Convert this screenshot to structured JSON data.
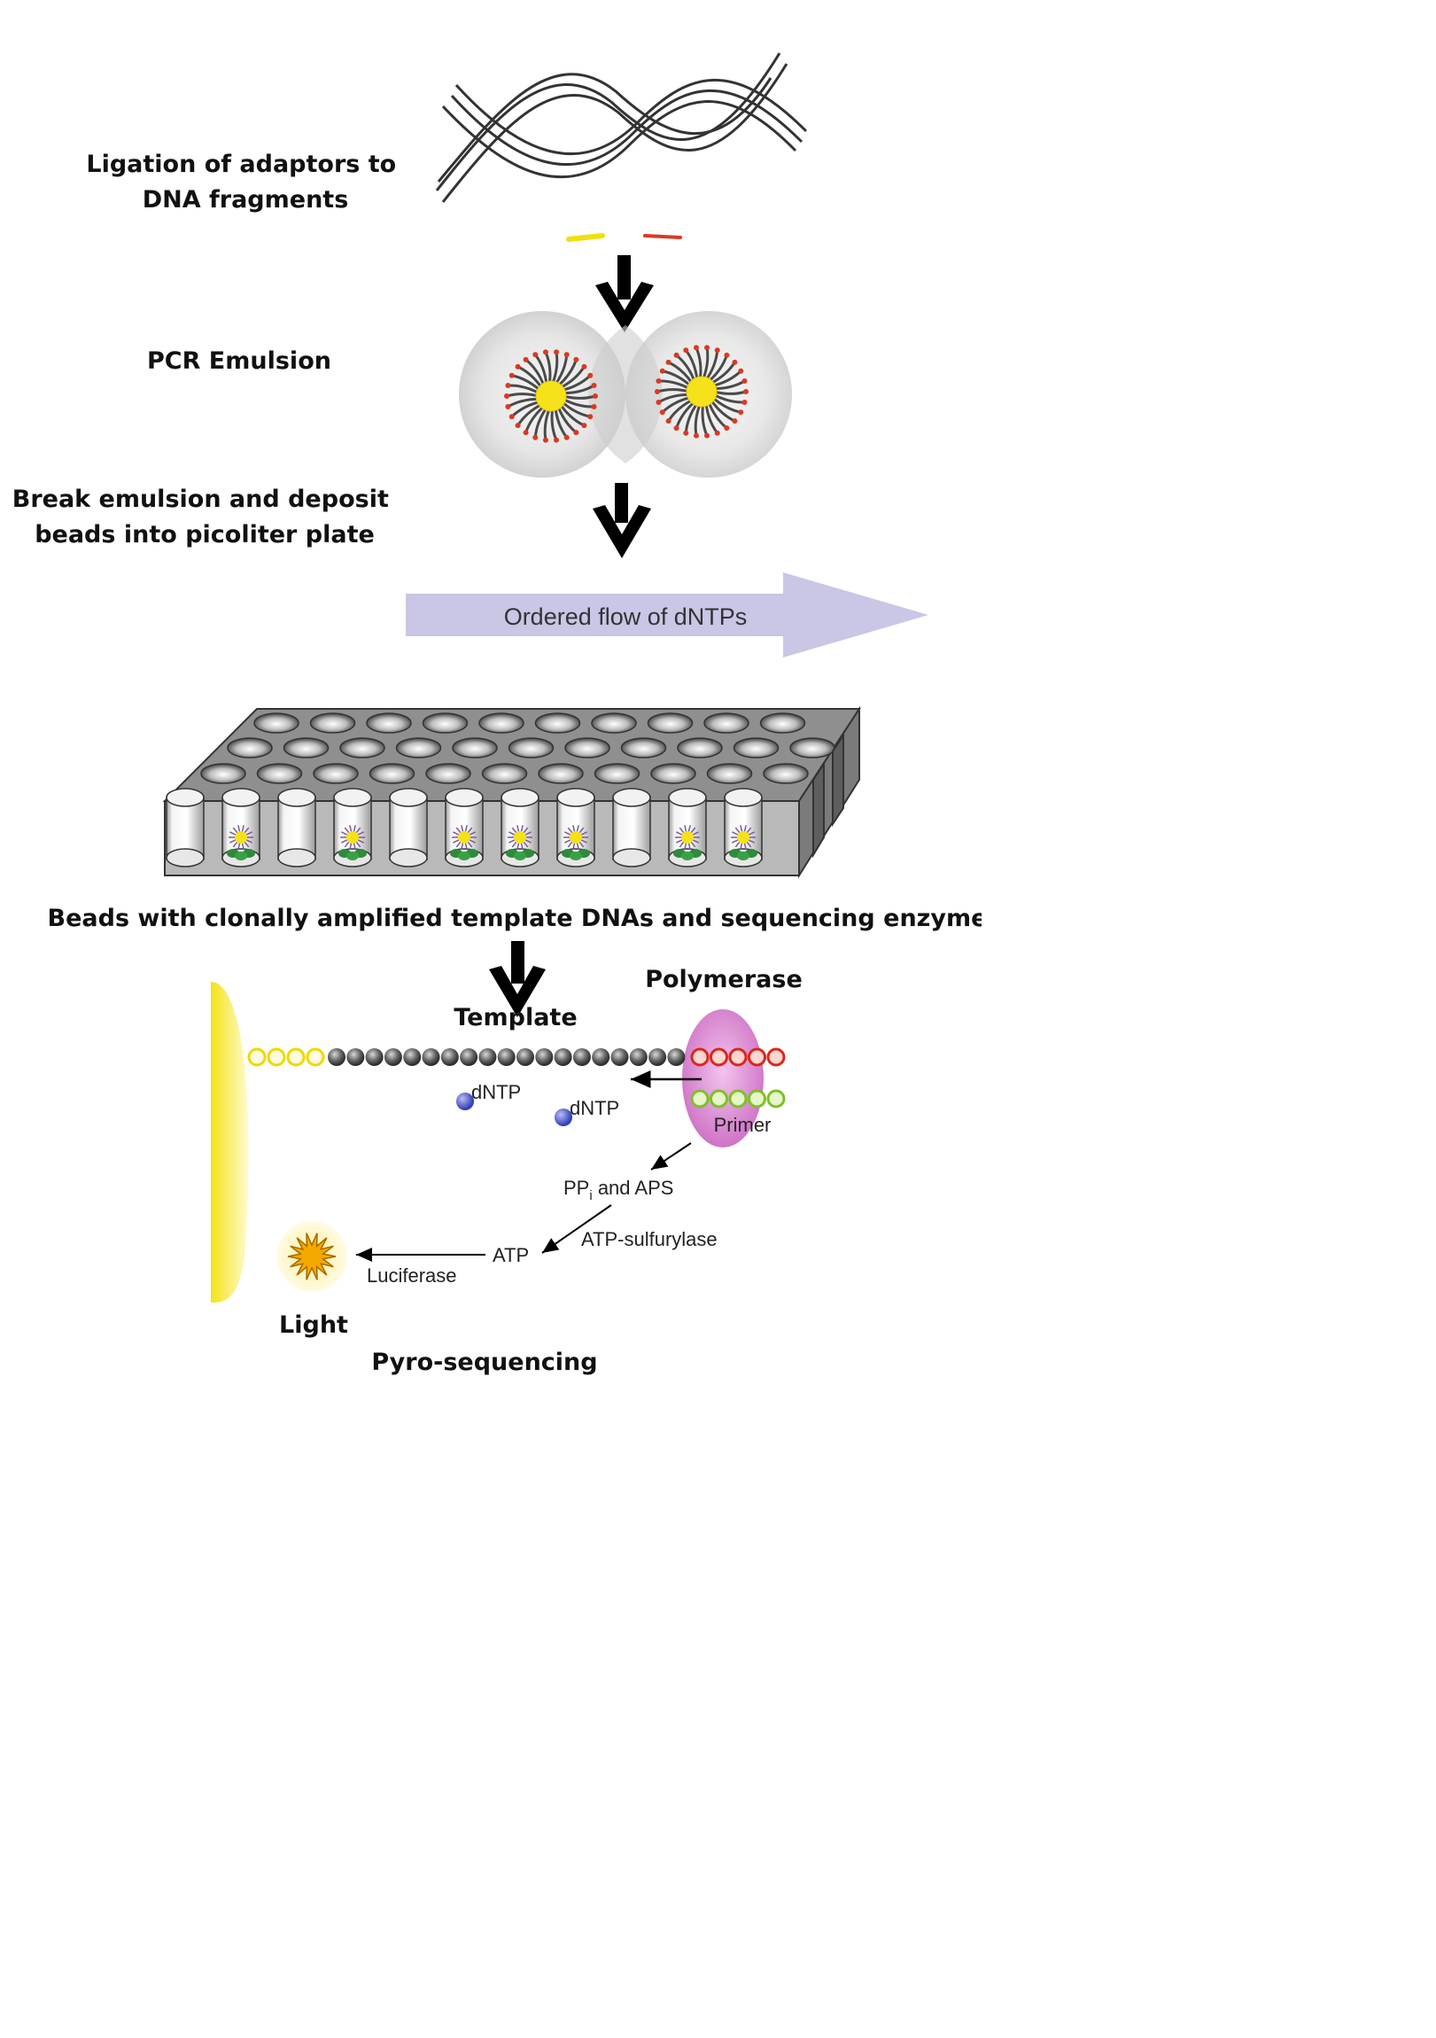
{
  "steps": {
    "ligation": [
      "Ligation of adaptors to",
      "DNA fragments"
    ],
    "pcr": "PCR Emulsion",
    "break": [
      "Break emulsion and deposit",
      "beads into picoliter plate"
    ],
    "flow": "Ordered flow of dNTPs",
    "beads_caption": "Beads with clonally amplified template DNAs and sequencing enzymes"
  },
  "pyro": {
    "polymerase": "Polymerase",
    "template": "Template",
    "dntp_1": "dNTP",
    "dntp_2": "dNTP",
    "primer": "Primer",
    "ppi": "PP",
    "ppi_sub": "i",
    "ppi_rest": " and APS",
    "atp": "ATP",
    "sulfurylase": "ATP-sulfurylase",
    "luciferase": "Luciferase",
    "light": "Light",
    "title": "Pyro-sequencing"
  },
  "plate": {
    "loaded_wells": [
      false,
      true,
      false,
      true,
      false,
      true,
      true,
      true,
      false,
      true,
      true
    ]
  },
  "colors": {
    "arrow": "#000000",
    "flow_arrow": "#c9c6e6",
    "adaptor_yellow": "#f0e010",
    "adaptor_red": "#d83a22",
    "template_bead": "#555555",
    "primer_green": "#8bc34a",
    "polymerase": "#d98ad0",
    "dntp": "#4a55c8",
    "light": "#f7b400"
  }
}
